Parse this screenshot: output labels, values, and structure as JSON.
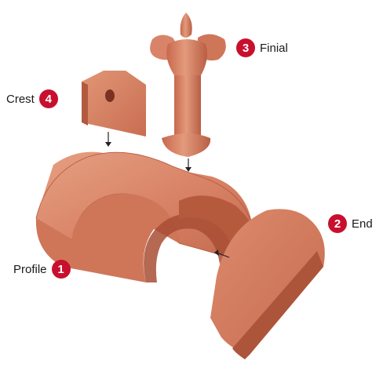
{
  "parts": [
    {
      "id": "profile",
      "number": "1",
      "label": "Profile"
    },
    {
      "id": "end",
      "number": "2",
      "label": "End"
    },
    {
      "id": "finial",
      "number": "3",
      "label": "Finial"
    },
    {
      "id": "crest",
      "number": "4",
      "label": "Crest"
    }
  ],
  "colors": {
    "badge": "#c8102e",
    "terracotta": "#d17a5c",
    "terracotta_dark": "#b85e43",
    "terracotta_light": "#e39a7c",
    "arrow": "#222222"
  }
}
